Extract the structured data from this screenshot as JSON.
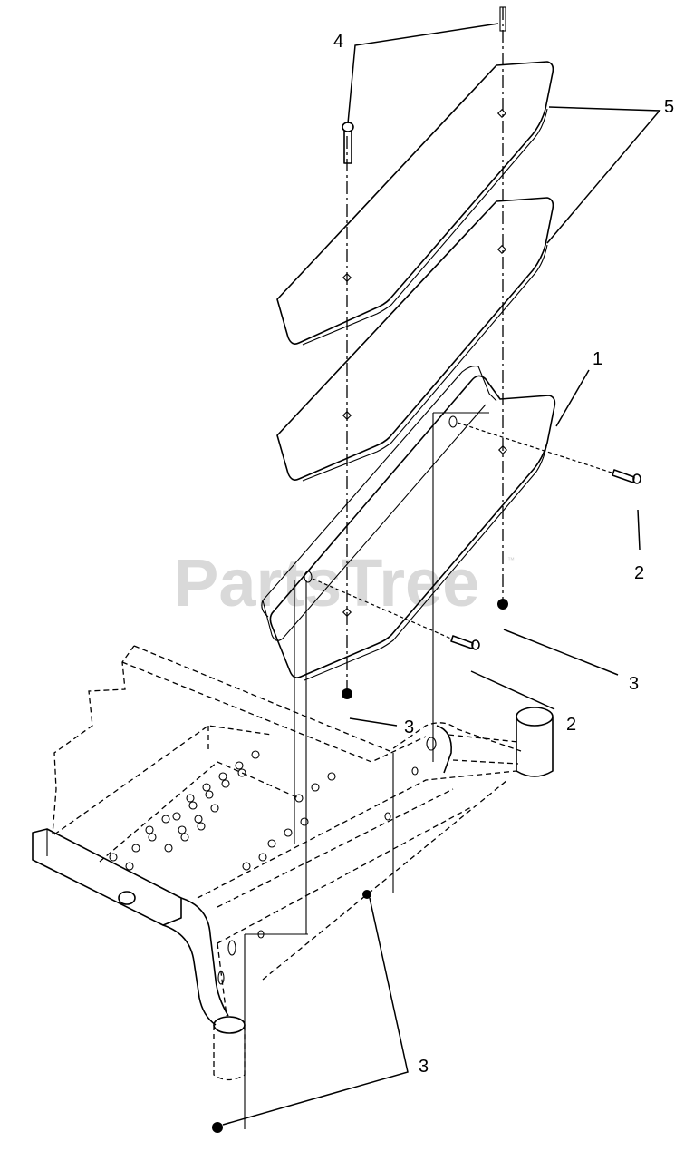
{
  "watermark": {
    "text": "PartsTree",
    "trademark": "™"
  },
  "callouts": {
    "c1": "1",
    "c2a": "2",
    "c2b": "2",
    "c3a": "3",
    "c3b": "3",
    "c3c": "3",
    "c4": "4",
    "c5": "5"
  }
}
